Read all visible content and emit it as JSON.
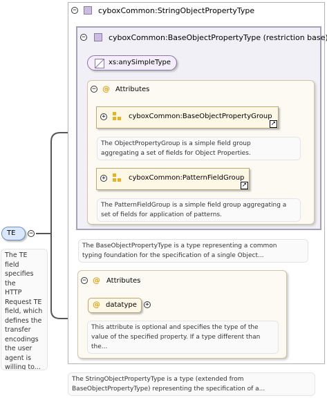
{
  "element": {
    "name": "TE",
    "doc": [
      "The TE",
      "field",
      "specifies the",
      "HTTP",
      "Request TE",
      "field, which",
      "defines the",
      "transfer",
      "encodings",
      "the user",
      "agent is",
      "willing to..."
    ]
  },
  "string_type": {
    "title": "cyboxCommon:StringObjectPropertyType",
    "doc": [
      "The StringObjectPropertyType is a type (extended from",
      "BaseObjectPropertyType) representing the specification of a..."
    ]
  },
  "base_type": {
    "title": "cyboxCommon:BaseObjectPropertyType (restriction base)",
    "simple_base": "xs:anySimpleType",
    "attributes_label": "Attributes",
    "groups": [
      {
        "name": "cyboxCommon:BaseObjectPropertyGroup",
        "doc": [
          "The ObjectPropertyGroup is a simple field group",
          "aggregating a set of fields for Object Properties."
        ]
      },
      {
        "name": "cyboxCommon:PatternFieldGroup",
        "doc": [
          "The PatternFieldGroup is a simple field group aggregating a",
          "set of fields for application of patterns."
        ]
      }
    ],
    "doc": [
      "The BaseObjectPropertyType is a type representing a common",
      "typing foundation for the specification of a single Object..."
    ]
  },
  "attributes": {
    "label": "Attributes",
    "attribute": {
      "name": "datatype",
      "doc": [
        "This attribute is optional and specifies the type of the",
        "value of the specified property. If a type different than",
        "the..."
      ]
    }
  },
  "colors": {
    "connector": "#555555",
    "type_frame": "#b3b3b3",
    "base_frame_border": "#a6a0b9",
    "base_frame_fill": "#f1f0f6",
    "element_fill": "#dbe8fb",
    "element_border": "#6c90c4",
    "attr_fill": "#fdf7e6",
    "group_icon": "#e7b324"
  },
  "icons": {
    "collapse": "minus-circle-icon",
    "expand": "plus-circle-icon",
    "complex_type": "complex-type-icon",
    "simple_type": "simple-type-icon",
    "attribute": "at-sign-icon",
    "group": "attribute-group-icon",
    "jump": "jump-arrow-icon"
  }
}
